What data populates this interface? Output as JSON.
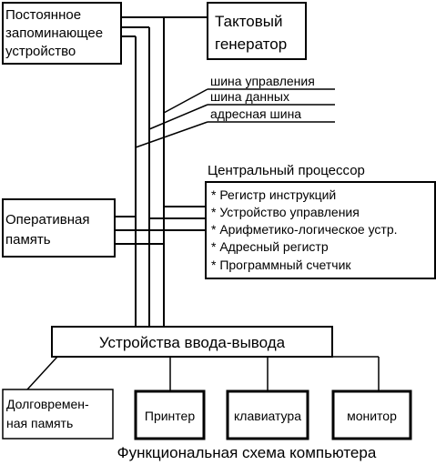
{
  "rom": {
    "lines": [
      "Постоянное",
      "запоминающее",
      "устройство"
    ]
  },
  "clock": {
    "lines": [
      "Тактовый",
      "генератор"
    ]
  },
  "buses": {
    "control": "шина управления",
    "data": "шина данных",
    "address": "адресная шина"
  },
  "cpu": {
    "title": "Центральный процессор",
    "items": [
      "* Регистр инструкций",
      "* Устройство управления",
      "* Арифметико-логическое устр.",
      "* Адресный регистр",
      "* Программный счетчик"
    ]
  },
  "ram": {
    "lines": [
      "Оперативная",
      "память"
    ]
  },
  "io": {
    "label": "Устройства ввода-вывода"
  },
  "devices": {
    "storage": {
      "lines": [
        "Долговремен-",
        "ная память"
      ]
    },
    "printer": "Принтер",
    "keyboard": "клавиатура",
    "monitor": "монитор"
  },
  "caption": "Функциональная схема компьютера"
}
